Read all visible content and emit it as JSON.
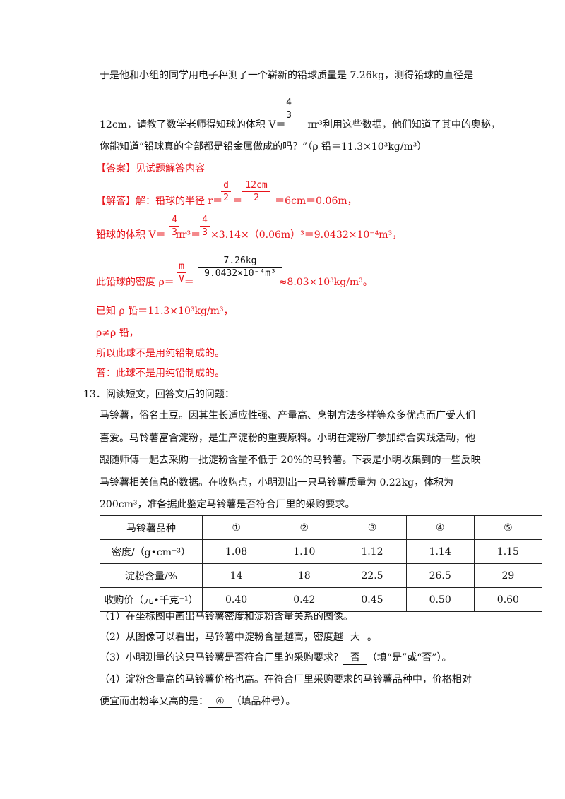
{
  "p1": {
    "l1": "于是他和小组的同学用电子秤测了一个崭新的铅球质量是 7.26kg，测得铅球的直径是",
    "l2_pre": "12cm，请教了数学老师得知球的体积 V＝",
    "l2_frac_num": "4",
    "l2_frac_den": "3",
    "l2_post": "πr³利用这些数据，他们知道了其中的奥秘，",
    "l3": "你能知道“铅球真的全部都是铅金属做成的吗？”（ρ 铅＝11.3×10³kg/m³）"
  },
  "answer": {
    "tag": "【答案】",
    "text": "见试题解答内容"
  },
  "solution": {
    "tag": "【解答】",
    "r_pre": "解：铅球的半径 r＝",
    "r_f1_num": "d",
    "r_f1_den": "2",
    "eq": "＝",
    "r_f2_num": "12cm",
    "r_f2_den": "2",
    "r_post": "＝6cm＝0.06m，",
    "v_pre": "铅球的体积 V＝",
    "v_f_num": "4",
    "v_f_den": "3",
    "v_mid": "πr³＝",
    "v_post": "×3.14×（0.06m）³＝9.0432×10⁻⁴m³，",
    "rho_pre": "此铅球的密度 ρ＝",
    "rho_f1_num": "m",
    "rho_f1_den": "V",
    "rho_f2_num": "7.26kg",
    "rho_f2_den": "9.0432×10⁻⁴m³",
    "rho_post": "≈8.03×10³kg/m³。",
    "known": "已知 ρ 铅＝11.3×10³kg/m³，",
    "neq": "ρ≠ρ 铅，",
    "so": "所以此球不是用纯铅制成的。",
    "ans": "答：此球不是用纯铅制成的。"
  },
  "q13": {
    "title": "13．阅读短文，回答文后的问题：",
    "para": [
      "马铃薯，俗名土豆。因其生长适应性强、产量高、烹制方法多样等众多优点而广受人们",
      "喜爱。马铃薯富含淀粉，是生产淀粉的重要原料。小明在淀粉厂参加综合实践活动，他",
      "跟随师傅一起去采购一批淀粉含量不低于 20%的马铃薯。下表是小明收集到的一些反映",
      "马铃薯相关信息的数据。在收购点，小明测出一只马铃薯质量为 0.22kg，体积为",
      "200cm³，准备据此鉴定马铃薯是否符合厂里的采购要求。"
    ],
    "table": {
      "header": [
        "马铃薯品种",
        "①",
        "②",
        "③",
        "④",
        "⑤"
      ],
      "rows": [
        [
          "密度/（g•cm⁻³）",
          "1.08",
          "1.10",
          "1.12",
          "1.14",
          "1.15"
        ],
        [
          "淀粉含量/%",
          "14",
          "18",
          "22.5",
          "26.5",
          "29"
        ],
        [
          "收购价（元•千克⁻¹）",
          "0.40",
          "0.42",
          "0.45",
          "0.50",
          "0.60"
        ]
      ]
    },
    "s1": "（1）在坐标图中画出马铃薯密度和淀粉含量关系的图像。",
    "s2_pre": "（2）从图像可以看出，马铃薯中淀粉含量越高，密度越",
    "s2_ans": "大",
    "s2_post": "。",
    "s3_pre": "（3）小明测量的这只马铃薯是否符合厂里的采购要求？",
    "s3_ans": "否",
    "s3_post": "（填“是”或“否”）。",
    "s4_l1": "（4）淀粉含量高的马铃薯价格也高。在符合厂里采购要求的马铃薯品种中，价格相对",
    "s4_pre": "便宜而出粉率又高的是：",
    "s4_ans": "④",
    "s4_post": "（填品种号）。"
  },
  "colors": {
    "answer_red": "#e8131a",
    "text": "#111111"
  }
}
